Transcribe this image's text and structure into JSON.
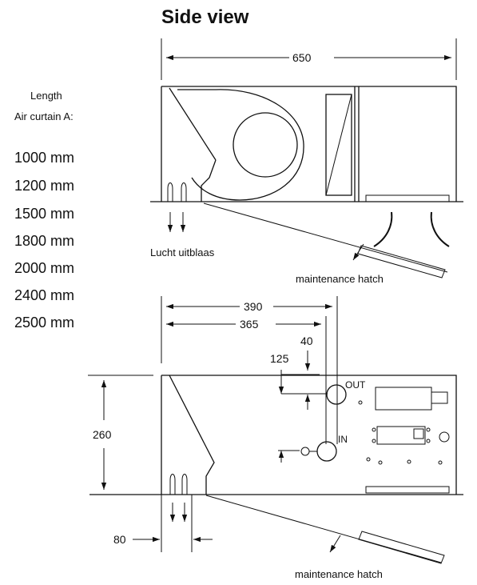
{
  "title": "Side view",
  "length_header": [
    "Length",
    "Air curtain A:"
  ],
  "lengths": [
    "1000 mm",
    "1200 mm",
    "1500 mm",
    "1800 mm",
    "2000 mm",
    "2400 mm",
    "2500 mm"
  ],
  "top_view": {
    "dim_width": "650",
    "outlet_label": "Lucht uitblaas",
    "hatch_label": "maintenance hatch"
  },
  "bottom_view": {
    "dim_390": "390",
    "dim_365": "365",
    "dim_40": "40",
    "dim_125": "125",
    "dim_260": "260",
    "dim_80": "80",
    "out_label": "OUT",
    "in_label": "IN",
    "hatch_label": "maintenance hatch"
  }
}
